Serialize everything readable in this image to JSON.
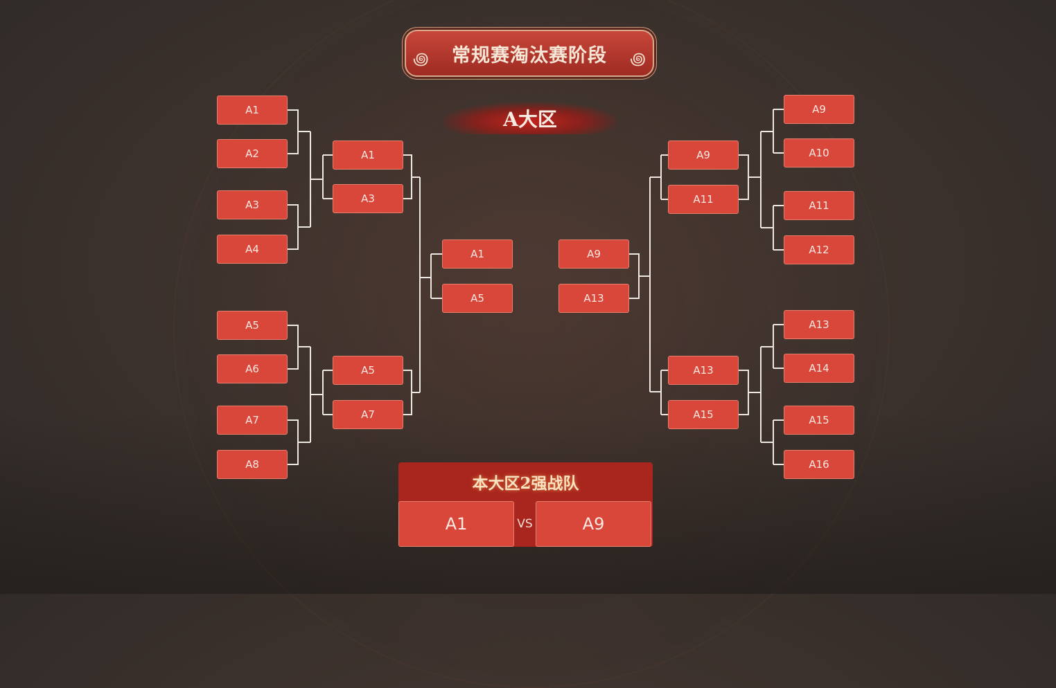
{
  "title": "常规赛淘汰赛阶段",
  "region": "A大区",
  "left": {
    "round1": [
      "A1",
      "A2",
      "A3",
      "A4",
      "A5",
      "A6",
      "A7",
      "A8"
    ],
    "round2": [
      "A1",
      "A3",
      "A5",
      "A7"
    ],
    "round3": [
      "A1",
      "A5"
    ]
  },
  "right": {
    "round1": [
      "A9",
      "A10",
      "A11",
      "A12",
      "A13",
      "A14",
      "A15",
      "A16"
    ],
    "round2": [
      "A9",
      "A11",
      "A13",
      "A15"
    ],
    "round3": [
      "A9",
      "A13"
    ]
  },
  "final": {
    "heading": "本大区2强战队",
    "team_left": "A1",
    "vs": "VS",
    "team_right": "A9"
  },
  "colors": {
    "box": "#d9473a",
    "line": "#f0ece8",
    "banner": "#b5382d"
  }
}
